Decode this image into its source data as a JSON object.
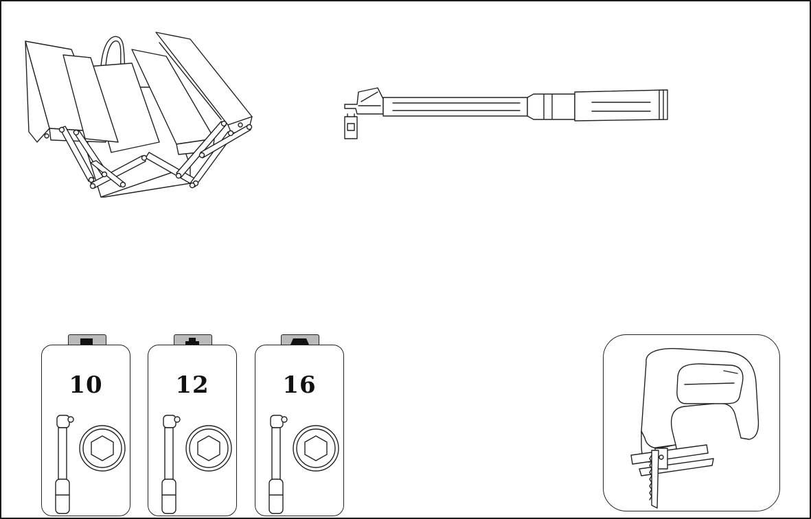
{
  "sockets": [
    {
      "size_label": "10",
      "shape_icon": "square-icon"
    },
    {
      "size_label": "12",
      "shape_icon": "cross-icon"
    },
    {
      "size_label": "16",
      "shape_icon": "trapezoid-icon"
    }
  ],
  "illustrations": [
    "toolbox-icon",
    "torque-wrench-icon",
    "jigsaw-icon"
  ]
}
